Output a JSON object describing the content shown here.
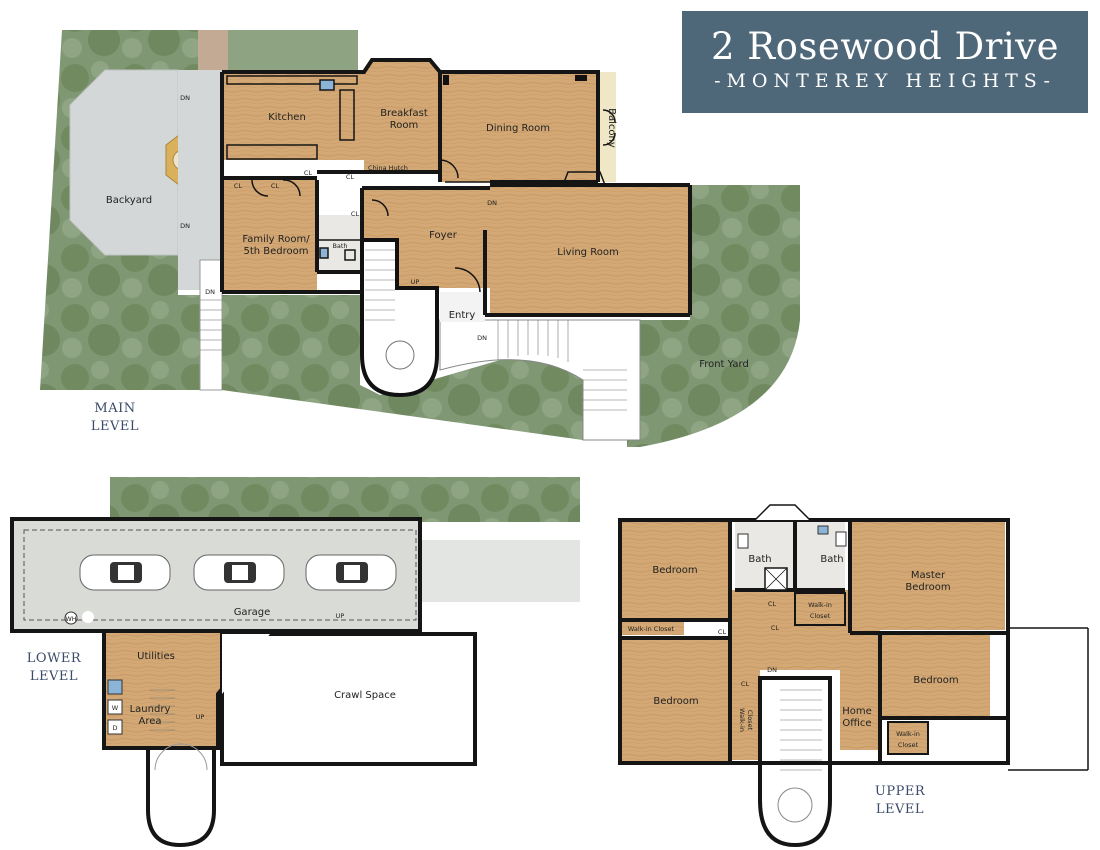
{
  "title": {
    "address": "2 Rosewood Drive",
    "subtitle": "-MONTEREY HEIGHTS-"
  },
  "levels": {
    "main": [
      "MAIN",
      "LEVEL"
    ],
    "lower": [
      "LOWER",
      "LEVEL"
    ],
    "upper": [
      "UPPER",
      "LEVEL"
    ]
  },
  "main_rooms": {
    "kitchen": "Kitchen",
    "breakfast": [
      "Breakfast",
      "Room"
    ],
    "dining": "Dining Room",
    "balcony": "Balcony",
    "backyard": "Backyard",
    "family": [
      "Family Room/",
      "5th Bedroom"
    ],
    "foyer": "Foyer",
    "living": "Living Room",
    "entry": "Entry",
    "front_yard": "Front Yard",
    "bath": "Bath",
    "china_hutch": "China Hutch",
    "closet": "CL",
    "up": "UP",
    "dn": "DN"
  },
  "lower_rooms": {
    "garage": "Garage",
    "utilities": "Utilities",
    "laundry": [
      "Laundry",
      "Area"
    ],
    "crawl": "Crawl Space",
    "washer": "W",
    "dryer": "D",
    "water_heater": "WH",
    "up": "UP"
  },
  "upper_rooms": {
    "bedroom": "Bedroom",
    "bath": "Bath",
    "master": [
      "Master",
      "Bedroom"
    ],
    "walkin": [
      "Walk-in",
      "Closet"
    ],
    "walkin_inline": "Walk-in Closet",
    "home_office": [
      "Home",
      "Office"
    ],
    "closet": "CL",
    "dn": "DN"
  },
  "colors": {
    "floor": "#d2a873",
    "grass": "#6f8a62",
    "wall": "#151515",
    "title_bg": "#4e6779",
    "garage_floor": "#d9dcd6",
    "patio": "#d4d7d8"
  }
}
